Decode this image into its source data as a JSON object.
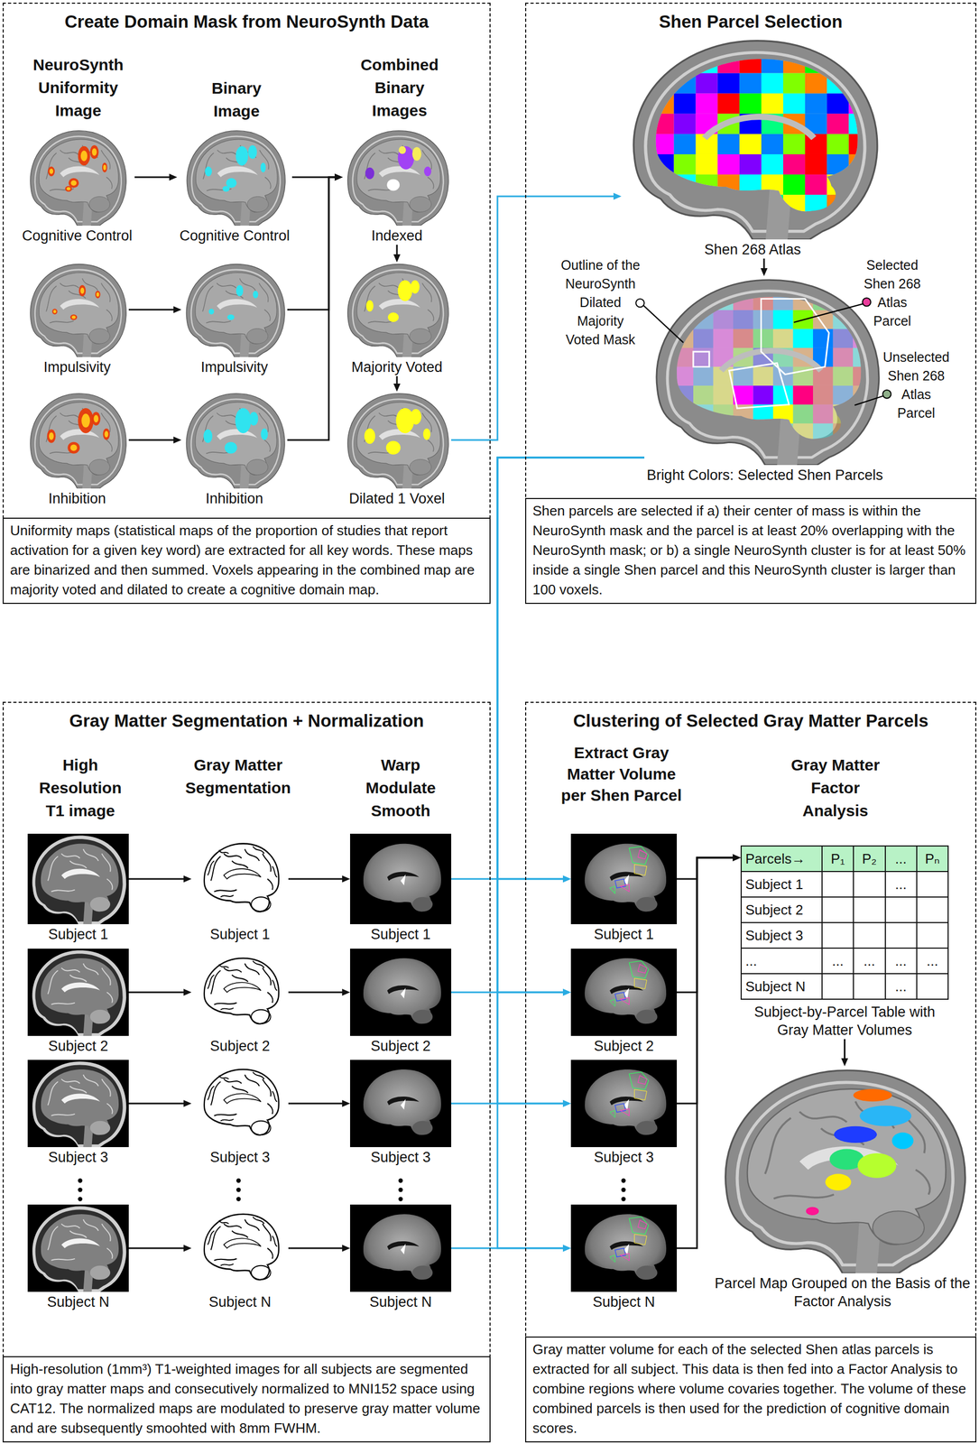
{
  "diagram": {
    "nodes": [
      {
        "text": [
          "Create Domain Mask from NeuroSynth Data"
        ]
      },
      {
        "text": [
          "Cognitive Control"
        ],
        "in": 0
      },
      {
        "text": [
          "Cognitive Control"
        ],
        "in": 0
      },
      {
        "text": [
          "Indexed"
        ],
        "in": 0
      },
      {
        "text": [
          "Impulsivity"
        ],
        "in": 0
      },
      {
        "text": [
          "Impulsivity"
        ],
        "in": 0
      },
      {
        "text": [
          "Majority Voted"
        ],
        "in": 0
      },
      {
        "text": [
          "Inhibition"
        ],
        "in": 0
      },
      {
        "text": [
          "Inhibition"
        ],
        "in": 0
      },
      {
        "text": [
          "Dilated 1 Voxel"
        ],
        "in": 0
      },
      {
        "text": [
          "Uniformity maps (statistical maps of the proportion of studies that report activation for a given key word) are extracted for all key words. These maps are binarized and then summed. Voxels appearing in the combined map are majority voted and dilated to create a cognitive domain map."
        ],
        "in": 0
      },
      {
        "text": [
          "Shen Parcel Selection"
        ]
      },
      {
        "text": [
          "Shen 268 Atlas"
        ],
        "in": 11
      },
      {
        "text": [
          "Bright Colors: Selected Shen Parcels"
        ],
        "in": 11
      },
      {
        "text": [
          "Shen parcels are selected if a) their center of mass is within the NeuroSynth mask and the parcel is at least 20% overlapping with the NeuroSynth mask; or b) a single NeuroSynth cluster is for at least 50% inside a single Shen parcel and this NeuroSynth cluster is larger than 100 voxels."
        ],
        "in": 11
      },
      {
        "text": [
          "Gray Matter Segmentation + Normalization"
        ]
      },
      {
        "text": [
          "Subject 1"
        ],
        "in": 15
      },
      {
        "text": [
          "Subject 1"
        ],
        "in": 15
      },
      {
        "text": [
          "Subject 1"
        ],
        "in": 15
      },
      {
        "text": [
          "Subject 2"
        ],
        "in": 15
      },
      {
        "text": [
          "Subject 2"
        ],
        "in": 15
      },
      {
        "text": [
          "Subject 2"
        ],
        "in": 15
      },
      {
        "text": [
          "Subject 3"
        ],
        "in": 15
      },
      {
        "text": [
          "Subject 3"
        ],
        "in": 15
      },
      {
        "text": [
          "Subject 3"
        ],
        "in": 15
      },
      {
        "text": [
          "Subject N"
        ],
        "in": 15
      },
      {
        "text": [
          "Subject N"
        ],
        "in": 15
      },
      {
        "text": [
          "Subject N"
        ],
        "in": 15
      },
      {
        "text": [
          "High-resolution (1mm³) T1-weighted images for all subjects are segmented into gray matter maps and consecutively normalized to MNI152 space using CAT12. The normalized maps are modulated to preserve gray matter volume and are subsequently smoohted with 8mm FWHM."
        ],
        "in": 15
      },
      {
        "text": [
          "Clustering of Selected Gray Matter Parcels"
        ]
      },
      {
        "text": [
          "Subject 1"
        ],
        "in": 29
      },
      {
        "text": [
          "Subject 2"
        ],
        "in": 29
      },
      {
        "text": [
          "Subject 3"
        ],
        "in": 29
      },
      {
        "text": [
          "Subject N"
        ],
        "in": 29
      },
      {
        "text": [
          "Subject-by-Parcel Table with Gray Matter Volumes"
        ],
        "in": 29
      },
      {
        "text": [
          "Parcel Map Grouped on the Basis of the Factor Analysis"
        ],
        "in": 29
      },
      {
        "text": [
          "Gray matter volume for each of the selected Shen atlas parcels is extracted for all subject. This data is then fed into a Factor Analysis to combine regions where volume covaries together. The volume of these combined parcels is then used for the prediction of cognitive domain scores."
        ],
        "in": 29
      }
    ],
    "edges": [
      {
        "from": 1,
        "to": 2,
        "arrow": "to"
      },
      {
        "from": 4,
        "to": 5,
        "arrow": "to"
      },
      {
        "from": 7,
        "to": 8,
        "arrow": "to"
      },
      {
        "from": 2,
        "to": 3,
        "arrow": "to"
      },
      {
        "from": 5,
        "to": 3,
        "arrow": "to"
      },
      {
        "from": 8,
        "to": 3,
        "arrow": "to"
      },
      {
        "from": 3,
        "to": 6,
        "arrow": "to"
      },
      {
        "from": 6,
        "to": 9,
        "arrow": "to"
      },
      {
        "from": 9,
        "to": 12,
        "arrow": "to"
      },
      {
        "from": 12,
        "to": 13,
        "arrow": "to"
      },
      {
        "from": 13,
        "to": 30,
        "arrow": "to"
      },
      {
        "from": 13,
        "to": 31,
        "arrow": "to"
      },
      {
        "from": 13,
        "to": 32,
        "arrow": "to"
      },
      {
        "from": 13,
        "to": 33,
        "arrow": "to"
      },
      {
        "from": 16,
        "to": 17,
        "arrow": "to"
      },
      {
        "from": 17,
        "to": 18,
        "arrow": "to"
      },
      {
        "from": 19,
        "to": 20,
        "arrow": "to"
      },
      {
        "from": 20,
        "to": 21,
        "arrow": "to"
      },
      {
        "from": 22,
        "to": 23,
        "arrow": "to"
      },
      {
        "from": 23,
        "to": 24,
        "arrow": "to"
      },
      {
        "from": 25,
        "to": 26,
        "arrow": "to"
      },
      {
        "from": 26,
        "to": 27,
        "arrow": "to"
      },
      {
        "from": 18,
        "to": 30,
        "arrow": "to"
      },
      {
        "from": 21,
        "to": 31,
        "arrow": "to"
      },
      {
        "from": 24,
        "to": 32,
        "arrow": "to"
      },
      {
        "from": 27,
        "to": 33,
        "arrow": "to"
      },
      {
        "from": 30,
        "to": 34,
        "arrow": "to"
      },
      {
        "from": 31,
        "to": 34,
        "arrow": "to"
      },
      {
        "from": 32,
        "to": 34,
        "arrow": "to"
      },
      {
        "from": 33,
        "to": 34,
        "arrow": "to"
      },
      {
        "from": 34,
        "to": 35,
        "arrow": "to"
      }
    ],
    "labels": [
      "NeuroSynth Uniformity Image",
      "Binary Image",
      "Combined Binary Images",
      "Outline of the NeuroSynth Dilated Majority Voted Mask",
      "Selected Shen 268 Atlas Parcel",
      "Unselected Shen 268 Atlas Parcel",
      "High Resolution T1 image",
      "Gray Matter Segmentation",
      "Warp Modulate Smooth",
      "Extract Gray Matter Volume per Shen Parcel",
      "Gray Matter Factor Analysis",
      "Parcels→",
      "P₁",
      "P₂",
      "...",
      "Pₙ",
      "Subject 1",
      "...",
      "Subject 2",
      "Subject 3",
      "...",
      "...",
      "...",
      "...",
      "...",
      "Subject N",
      "..."
    ]
  }
}
